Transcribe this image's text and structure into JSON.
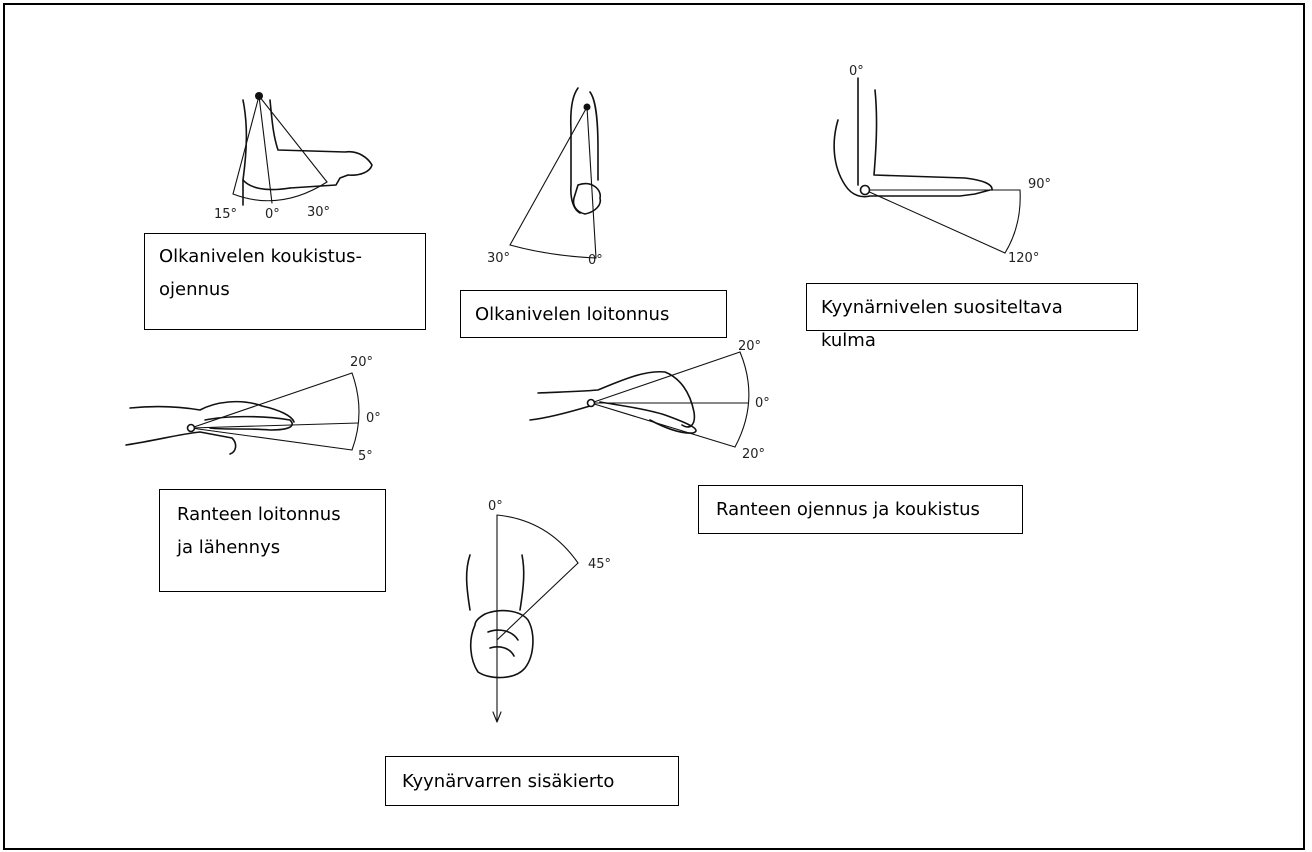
{
  "labels": {
    "shoulder_flexion": [
      "Olkanivelen koukistus-",
      "ojennus"
    ],
    "shoulder_abduction": "Olkanivelen loitonnus",
    "elbow_angle": "Kyynärnivelen suositeltava kulma",
    "wrist_abduction": [
      "Ranteen loitonnus",
      "ja lähennys"
    ],
    "wrist_extension": "Ranteen ojennus ja koukistus",
    "forearm_rotation": "Kyynärvarren sisäkierto"
  },
  "angles": {
    "shoulder_flexion": [
      "15°",
      "0°",
      "30°"
    ],
    "shoulder_abduction": [
      "30°",
      "0°"
    ],
    "elbow_angle": [
      "0°",
      "90°",
      "120°"
    ],
    "wrist_abduction": [
      "20°",
      "0°",
      "5°"
    ],
    "wrist_extension": [
      "20°",
      "0°",
      "20°"
    ],
    "forearm_rotation": [
      "0°",
      "45°"
    ]
  }
}
